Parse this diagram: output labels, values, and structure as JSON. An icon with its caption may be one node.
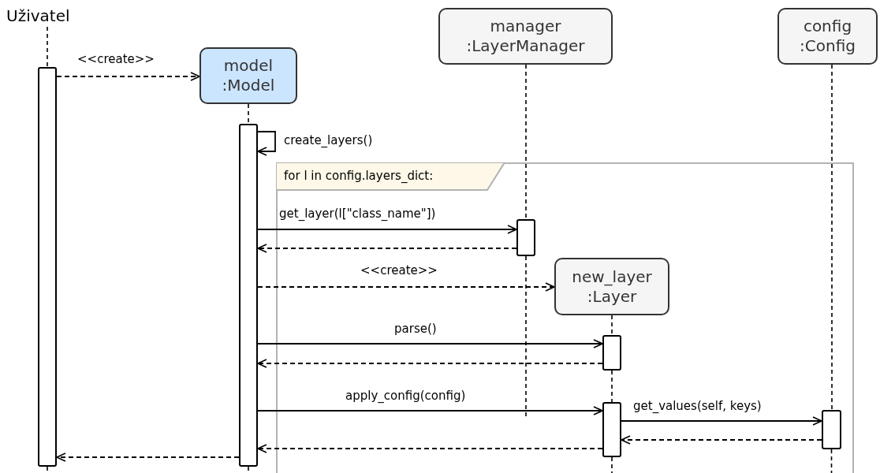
{
  "diagram": {
    "nodes": [
      {
        "text": [
          "Uživatel"
        ]
      },
      {
        "text": [
          "model :Model"
        ]
      },
      {
        "text": [
          "manager :LayerManager"
        ]
      },
      {
        "text": [
          "config :Config"
        ]
      },
      {
        "text": [
          "new_layer :Layer"
        ]
      },
      {
        "text": [
          "for l in config.layers_dict:"
        ]
      },
      {
        "text": [],
        "shape": "bar"
      },
      {
        "text": [],
        "shape": "bar"
      },
      {
        "text": [],
        "shape": "bar"
      },
      {
        "text": [],
        "shape": "bar"
      },
      {
        "text": [],
        "shape": "bar"
      },
      {
        "text": [],
        "shape": "bar"
      }
    ],
    "edges": [
      {
        "from": 6,
        "to": 1,
        "arrow": "to",
        "label": "<<create>>",
        "style": "dashed"
      },
      {
        "from": 7,
        "to": 7,
        "arrow": "to",
        "label": "create_layers()"
      },
      {
        "from": 7,
        "to": 8,
        "arrow": "to",
        "label": "get_layer(l[\"class_name\"])"
      },
      {
        "from": 8,
        "to": 7,
        "arrow": "to",
        "style": "dashed"
      },
      {
        "from": 7,
        "to": 4,
        "arrow": "to",
        "label": "<<create>>",
        "style": "dashed"
      },
      {
        "from": 7,
        "to": 9,
        "arrow": "to",
        "label": "parse()"
      },
      {
        "from": 9,
        "to": 7,
        "arrow": "to",
        "style": "dashed"
      },
      {
        "from": 7,
        "to": 10,
        "arrow": "to",
        "label": "apply_config(config)"
      },
      {
        "from": 10,
        "to": 11,
        "arrow": "to",
        "label": "get_values(self, keys)"
      },
      {
        "from": 11,
        "to": 10,
        "arrow": "to",
        "style": "dashed"
      },
      {
        "from": 10,
        "to": 7,
        "arrow": "to",
        "style": "dashed"
      },
      {
        "from": 7,
        "to": 6,
        "arrow": "to",
        "style": "dashed"
      },
      {
        "from": 0,
        "to": 6,
        "arrow": "none",
        "style": "dashed"
      },
      {
        "from": 1,
        "to": 7,
        "arrow": "none",
        "style": "dashed"
      },
      {
        "from": 2,
        "to": 8,
        "arrow": "none",
        "style": "dashed"
      },
      {
        "from": 8,
        "to": null,
        "arrow": "none",
        "style": "dashed"
      },
      {
        "from": 4,
        "to": 9,
        "arrow": "none",
        "style": "dashed"
      },
      {
        "from": 9,
        "to": 10,
        "arrow": "none",
        "style": "dashed"
      },
      {
        "from": 10,
        "to": null,
        "arrow": "none",
        "style": "dashed"
      },
      {
        "from": 3,
        "to": 11,
        "arrow": "none",
        "style": "dashed"
      },
      {
        "from": 11,
        "to": null,
        "arrow": "none",
        "style": "dashed"
      },
      {
        "from": 6,
        "to": null,
        "arrow": "none",
        "style": "dashed"
      },
      {
        "from": 7,
        "to": null,
        "arrow": "none",
        "style": "dashed"
      }
    ]
  }
}
